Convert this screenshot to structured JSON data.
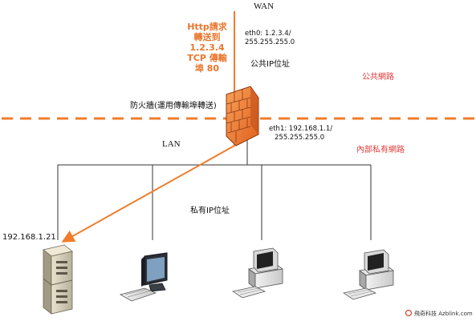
{
  "colors": {
    "accent_orange": "#f07d2c",
    "boundary_orange": "#f07d2c",
    "zone_label_red": "#e23a3a",
    "line_gray": "#333333",
    "text_black": "#111111"
  },
  "labels": {
    "wan": "WAN",
    "lan": "LAN",
    "eth0_line1": "eth0: 1.2.3.4/",
    "eth0_line2": "255.255.255.0",
    "public_ip": "公共IP位址",
    "public_network": "公共網路",
    "firewall": "防火牆(運用傳輸埠轉送)",
    "eth1_line1": "eth1: 192.168.1.1/",
    "eth1_line2": "255.255.255.0",
    "private_network": "內部私有網路",
    "private_ip": "私有IP位址",
    "server_ip": "192.168.1.21"
  },
  "callout": {
    "line1": "Http請求",
    "line2": "轉送到",
    "line3": "1.2.3.4",
    "line4": "TCP 傳輸",
    "line5": "埠 80"
  },
  "watermark": {
    "text": "飛奇科技  Azblink.com"
  },
  "icons": {
    "firewall": "firewall-brick-wall-icon",
    "server": "server-rack-icon",
    "workstation": "workstation-computer-icon",
    "desktop": "desktop-pc-icon"
  }
}
